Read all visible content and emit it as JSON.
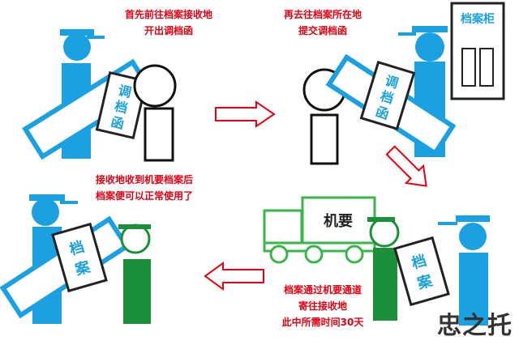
{
  "steps": [
    {
      "line1": "首先前往档案接收地",
      "line2": "开出调档函"
    },
    {
      "line1": "再去往档案所在地",
      "line2": "提交调档函"
    },
    {
      "line1": "档案通过机要通道",
      "line2": "寄往接收地",
      "line3": "此中所需时间30天"
    },
    {
      "line1": "接收地收到机要档案后",
      "line2": "档案便可以正常使用了"
    }
  ],
  "letter_chars": [
    "调",
    "档",
    "函"
  ],
  "folder_chars": [
    "档",
    "案"
  ],
  "cabinet_label": "档案柜",
  "truck_label": "机要",
  "watermark": "忠之托",
  "colors": {
    "blue": "#1ba1e2",
    "green": "#1b8f3a",
    "red": "#e60012",
    "truck_green": "#3cb44b"
  }
}
